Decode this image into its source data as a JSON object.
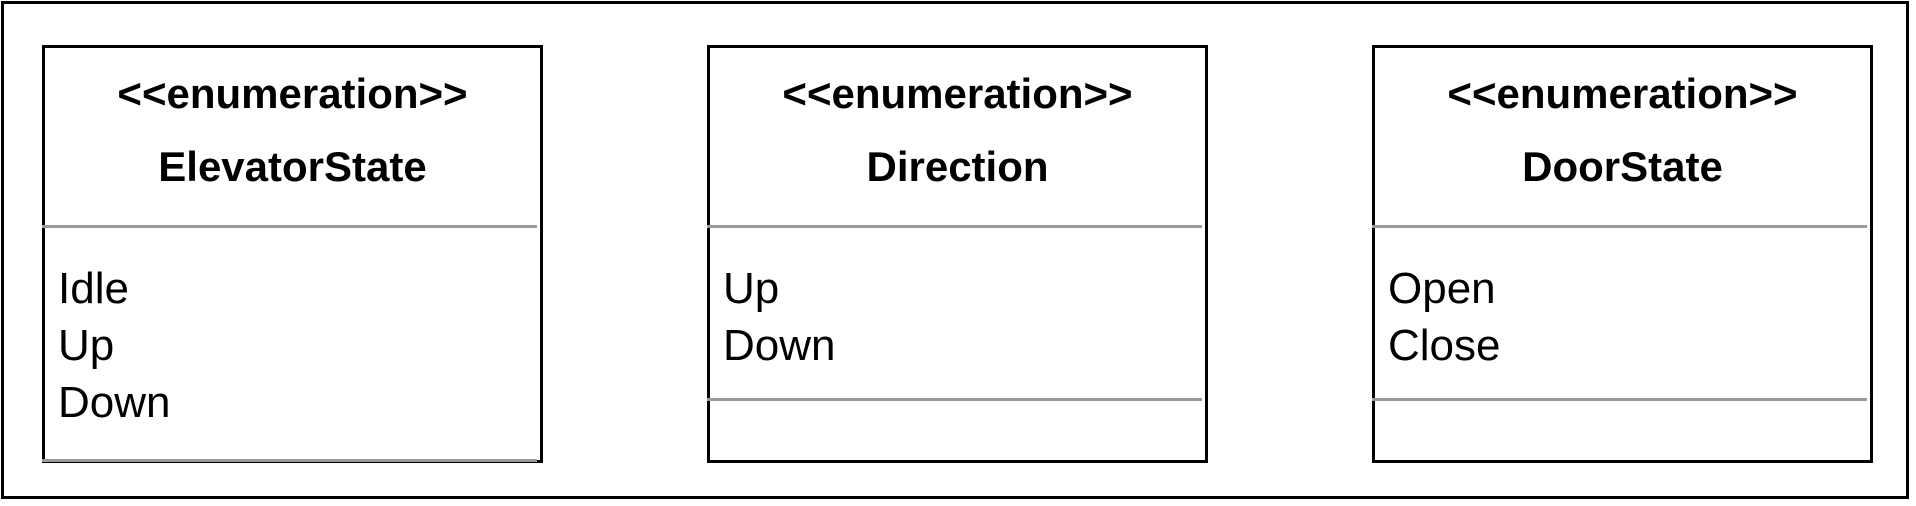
{
  "enums": [
    {
      "stereotype": "<<enumeration>>",
      "name": "ElevatorState",
      "values": [
        "Idle",
        "Up",
        "Down"
      ]
    },
    {
      "stereotype": "<<enumeration>>",
      "name": "Direction",
      "values": [
        "Up",
        "Down"
      ]
    },
    {
      "stereotype": "<<enumeration>>",
      "name": "DoorState",
      "values": [
        "Open",
        "Close"
      ]
    }
  ]
}
